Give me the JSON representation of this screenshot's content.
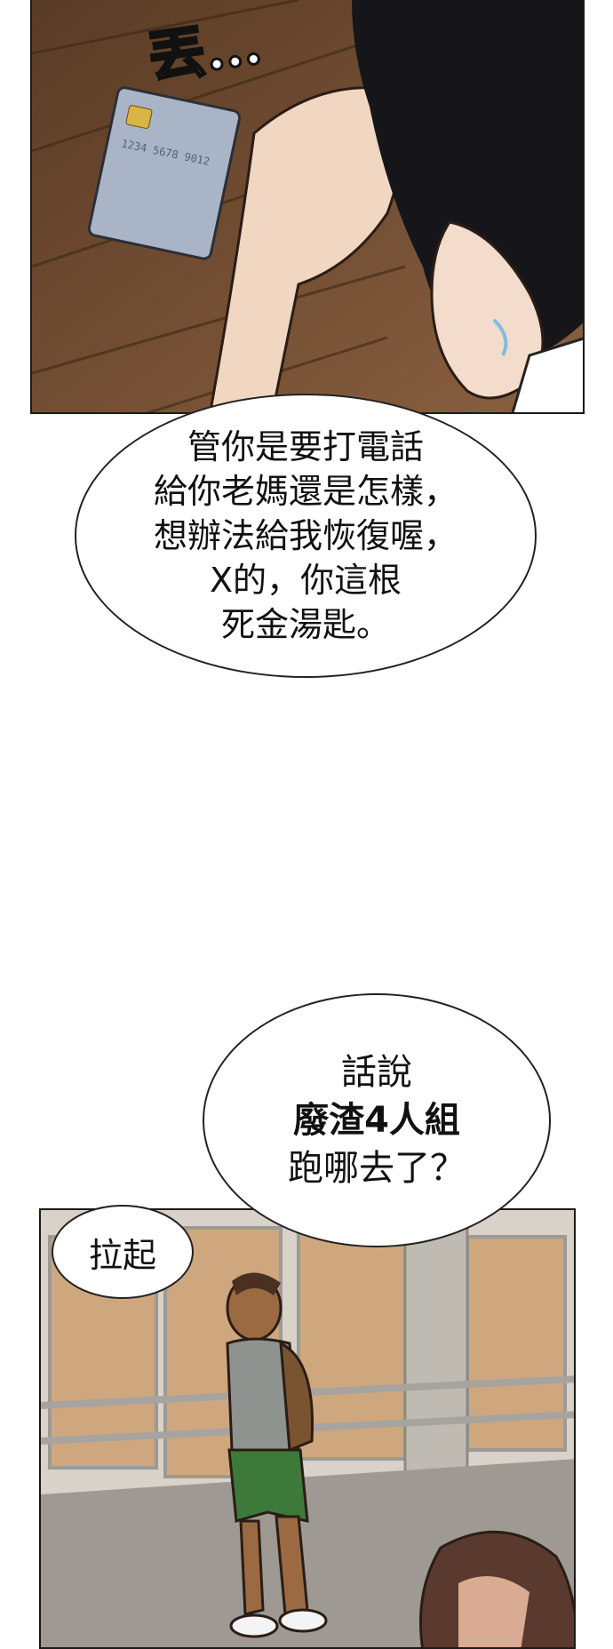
{
  "panel1": {
    "sfx": "丟…",
    "card_number": "1234 5678 9012"
  },
  "bubble1": {
    "lines": [
      "管你是要打電話",
      "給你老媽還是怎樣，",
      "想辦法給我恢復喔，",
      "X的，你這根",
      "死金湯匙。"
    ]
  },
  "bubble2": {
    "lines": [
      "話說",
      "廢渣4人組",
      "跑哪去了？"
    ]
  },
  "bubble3": {
    "text": "拉起"
  }
}
